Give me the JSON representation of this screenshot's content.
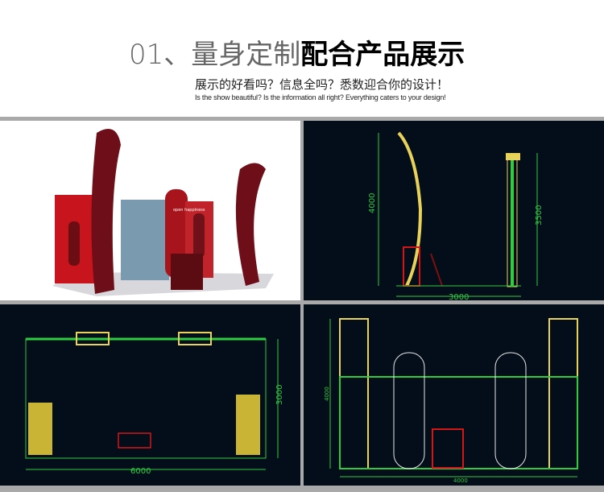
{
  "header": {
    "title_prefix": "01、量身定制",
    "title_bold": "配合产品展示",
    "subtitle_cn": "展示的好看吗？信息全吗？悉数迎合你的设计！",
    "subtitle_en": "Is the show beautiful? Is the information all right? Everything caters to your design!"
  },
  "panels": {
    "render": {
      "sign_text": "open happiness"
    },
    "side_view": {
      "height_left": "4000",
      "height_right": "3500",
      "width": "3000"
    },
    "top_view": {
      "height": "3000",
      "width": "6000"
    },
    "front_view": {
      "height": "4000",
      "width": "4000"
    }
  },
  "colors": {
    "cad_bg": "#040d1a",
    "dim_green": "#2ecc40",
    "frame_yellow": "#e8d25a",
    "red": "#d01818"
  }
}
